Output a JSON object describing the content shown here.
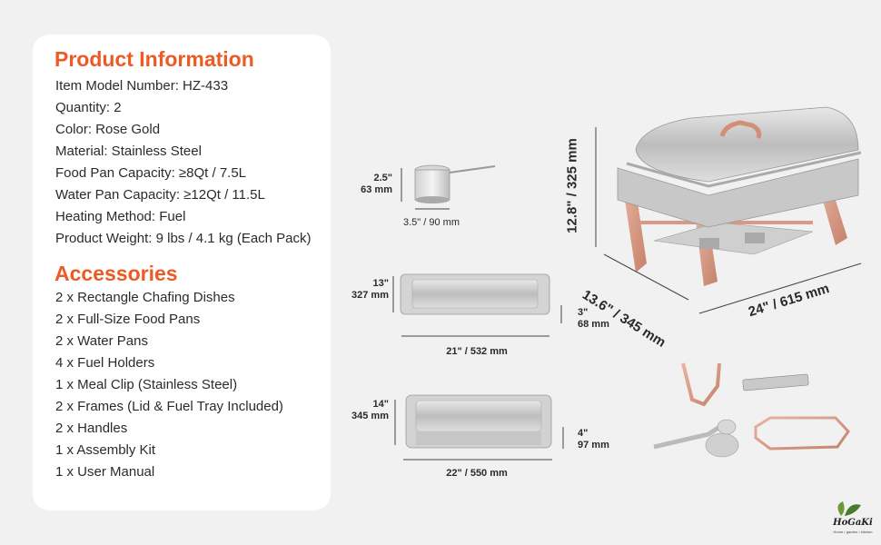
{
  "product_info": {
    "title": "Product Information",
    "items": [
      "Item Model Number: HZ-433",
      "Quantity: 2",
      "Color: Rose Gold",
      "Material: Stainless Steel",
      "Food Pan Capacity: ≥8Qt / 7.5L",
      "Water Pan Capacity: ≥12Qt / 11.5L",
      "Heating Method: Fuel",
      "Product Weight: 9 lbs / 4.1 kg (Each Pack)"
    ]
  },
  "accessories": {
    "title": "Accessories",
    "items": [
      "2 x Rectangle Chafing Dishes",
      "2 x Full-Size Food Pans",
      "2 x Water Pans",
      "4 x Fuel Holders",
      "1 x Meal Clip (Stainless Steel)",
      "2 x Frames (Lid & Fuel Tray Included)",
      "2 x Handles",
      "1 x Assembly Kit",
      "1 x User Manual"
    ]
  },
  "fuel_holder": {
    "height_in": "2.5\"",
    "height_mm": "63 mm",
    "diameter": "3.5\" / 90 mm"
  },
  "food_pan": {
    "width_in": "13\"",
    "width_mm": "327 mm",
    "depth_in": "3\"",
    "depth_mm": "68 mm",
    "length": "21\" / 532 mm"
  },
  "water_pan": {
    "width_in": "14\"",
    "width_mm": "345 mm",
    "depth_in": "4\"",
    "depth_mm": "97 mm",
    "length": "22\" / 550 mm"
  },
  "chafing_dish": {
    "height": "12.8\" / 325 mm",
    "depth": "13.6\" / 345 mm",
    "length": "24\" / 615 mm"
  },
  "brand": {
    "name": "HoGaKi",
    "tagline": "Home • garden • kitchen"
  },
  "colors": {
    "accent": "#ee5a24",
    "rose_gold": "#d89a84",
    "steel": "#c9c9c9"
  }
}
